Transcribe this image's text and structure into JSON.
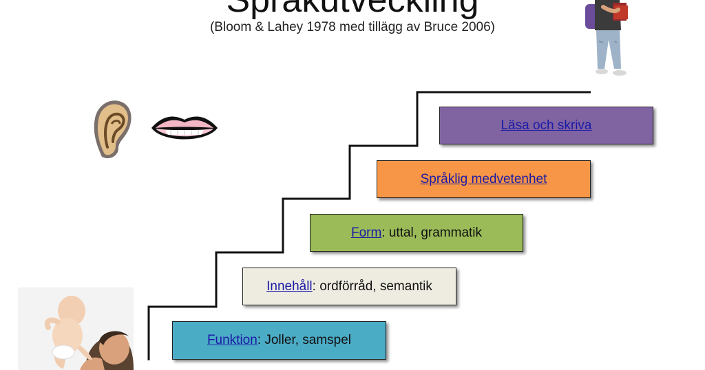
{
  "page": {
    "title": "Språkutveckling",
    "subtitle": "(Bloom & Lahey 1978 med tillägg av Bruce 2006)"
  },
  "steps": [
    {
      "link": "Funktion",
      "rest": ": Joller, samspel",
      "color": "#4bacc6"
    },
    {
      "link": "Innehåll",
      "rest": ": ordförråd, semantik",
      "color": "#eeece1"
    },
    {
      "link": "Form",
      "rest": ": uttal, grammatik",
      "color": "#9bbb59"
    },
    {
      "link": "Språklig medvetenhet",
      "rest": "",
      "color": "#f79646"
    },
    {
      "link": "Läsa och skriva",
      "rest": "",
      "color": "#8064a2"
    }
  ],
  "illustrations": {
    "ear": "ear-icon",
    "lips": "lips-icon",
    "baby": "parent-with-baby-photo",
    "student": "student-with-books-photo"
  }
}
